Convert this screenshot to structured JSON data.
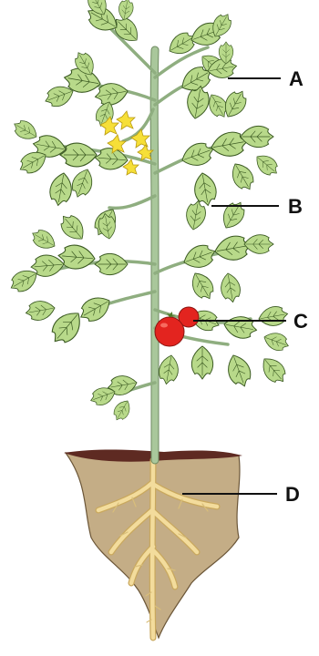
{
  "diagram": {
    "labels": [
      {
        "id": "A",
        "text": "A"
      },
      {
        "id": "B",
        "text": "B"
      },
      {
        "id": "C",
        "text": "C"
      },
      {
        "id": "D",
        "text": "D"
      }
    ]
  },
  "colors": {
    "leaf_fill": "#b8d98a",
    "leaf_outline": "#3b5a22",
    "stem": "#a9c79b",
    "stem_outline": "#6e8a60",
    "flower": "#f6df38",
    "fruit": "#e3241f",
    "soil_surface": "#5e2a22",
    "soil": "#c4ad86",
    "root": "#f3dc9c",
    "root_outline": "#c9a85e"
  },
  "icons": [
    "tomato-plant-illustration",
    "yellow-flower-cluster",
    "red-tomato-fruit",
    "root-system"
  ]
}
